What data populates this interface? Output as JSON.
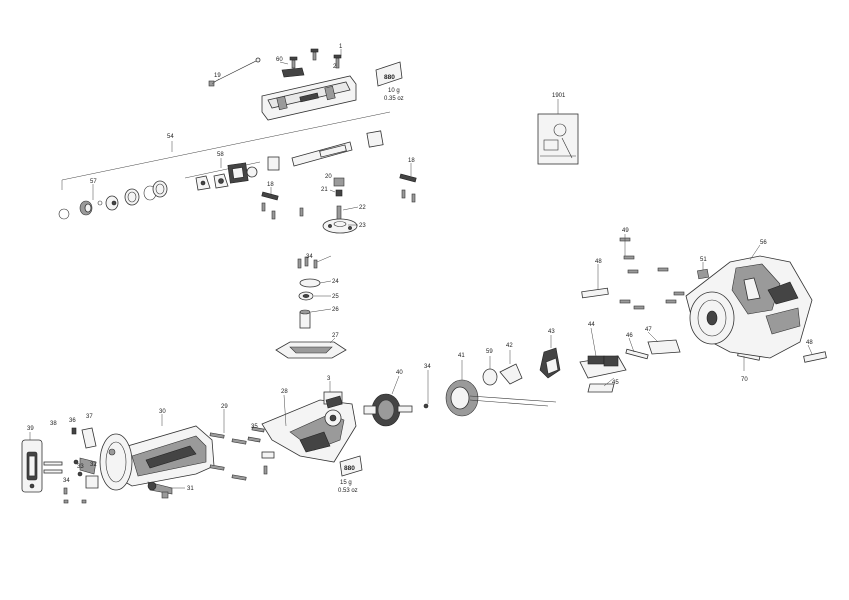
{
  "parts": [
    {
      "id": "1"
    },
    {
      "id": "2"
    },
    {
      "id": "3"
    },
    {
      "id": "18"
    },
    {
      "id": "18b",
      "text": "18"
    },
    {
      "id": "19"
    },
    {
      "id": "20"
    },
    {
      "id": "21"
    },
    {
      "id": "22"
    },
    {
      "id": "23"
    },
    {
      "id": "24"
    },
    {
      "id": "25"
    },
    {
      "id": "26"
    },
    {
      "id": "27"
    },
    {
      "id": "28"
    },
    {
      "id": "29"
    },
    {
      "id": "30"
    },
    {
      "id": "31"
    },
    {
      "id": "32"
    },
    {
      "id": "33"
    },
    {
      "id": "34"
    },
    {
      "id": "34b",
      "text": "34"
    },
    {
      "id": "34c",
      "text": "34"
    },
    {
      "id": "35"
    },
    {
      "id": "36"
    },
    {
      "id": "37"
    },
    {
      "id": "38"
    },
    {
      "id": "39"
    },
    {
      "id": "40"
    },
    {
      "id": "41"
    },
    {
      "id": "42"
    },
    {
      "id": "43"
    },
    {
      "id": "44"
    },
    {
      "id": "45"
    },
    {
      "id": "46"
    },
    {
      "id": "47"
    },
    {
      "id": "48"
    },
    {
      "id": "48b",
      "text": "48"
    },
    {
      "id": "49"
    },
    {
      "id": "51"
    },
    {
      "id": "54"
    },
    {
      "id": "56"
    },
    {
      "id": "57"
    },
    {
      "id": "58"
    },
    {
      "id": "59"
    },
    {
      "id": "60"
    },
    {
      "id": "70"
    },
    {
      "id": "1901"
    }
  ],
  "grease_top": {
    "code": "880",
    "amount_g": "10 g",
    "amount_oz": "0.35 oz"
  },
  "grease_bottom": {
    "code": "880",
    "amount_g": "15 g",
    "amount_oz": "0.53 oz"
  }
}
